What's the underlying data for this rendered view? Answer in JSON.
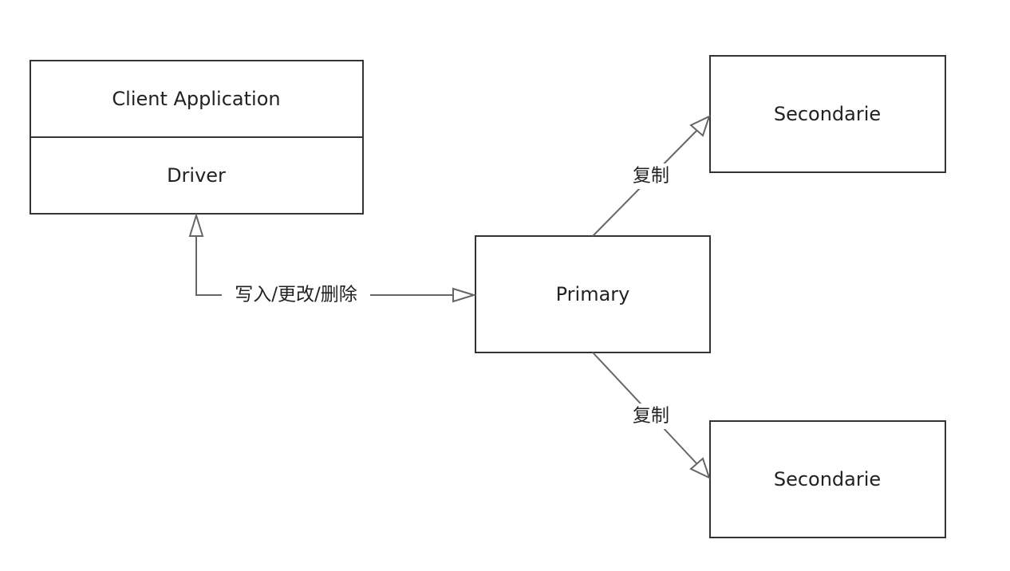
{
  "nodes": {
    "client_app": {
      "label": "Client Application"
    },
    "driver": {
      "label": "Driver"
    },
    "primary": {
      "label": "Primary"
    },
    "secondary_top": {
      "label": "Secondarie"
    },
    "secondary_bottom": {
      "label": "Secondarie"
    }
  },
  "edges": {
    "driver_to_primary": {
      "label": "写入/更改/删除"
    },
    "primary_to_secondary_top": {
      "label": "复制"
    },
    "primary_to_secondary_bottom": {
      "label": "复制"
    }
  },
  "colors": {
    "box_stroke": "#333333",
    "edge_stroke": "#666666",
    "text": "#222222",
    "background": "#ffffff"
  }
}
